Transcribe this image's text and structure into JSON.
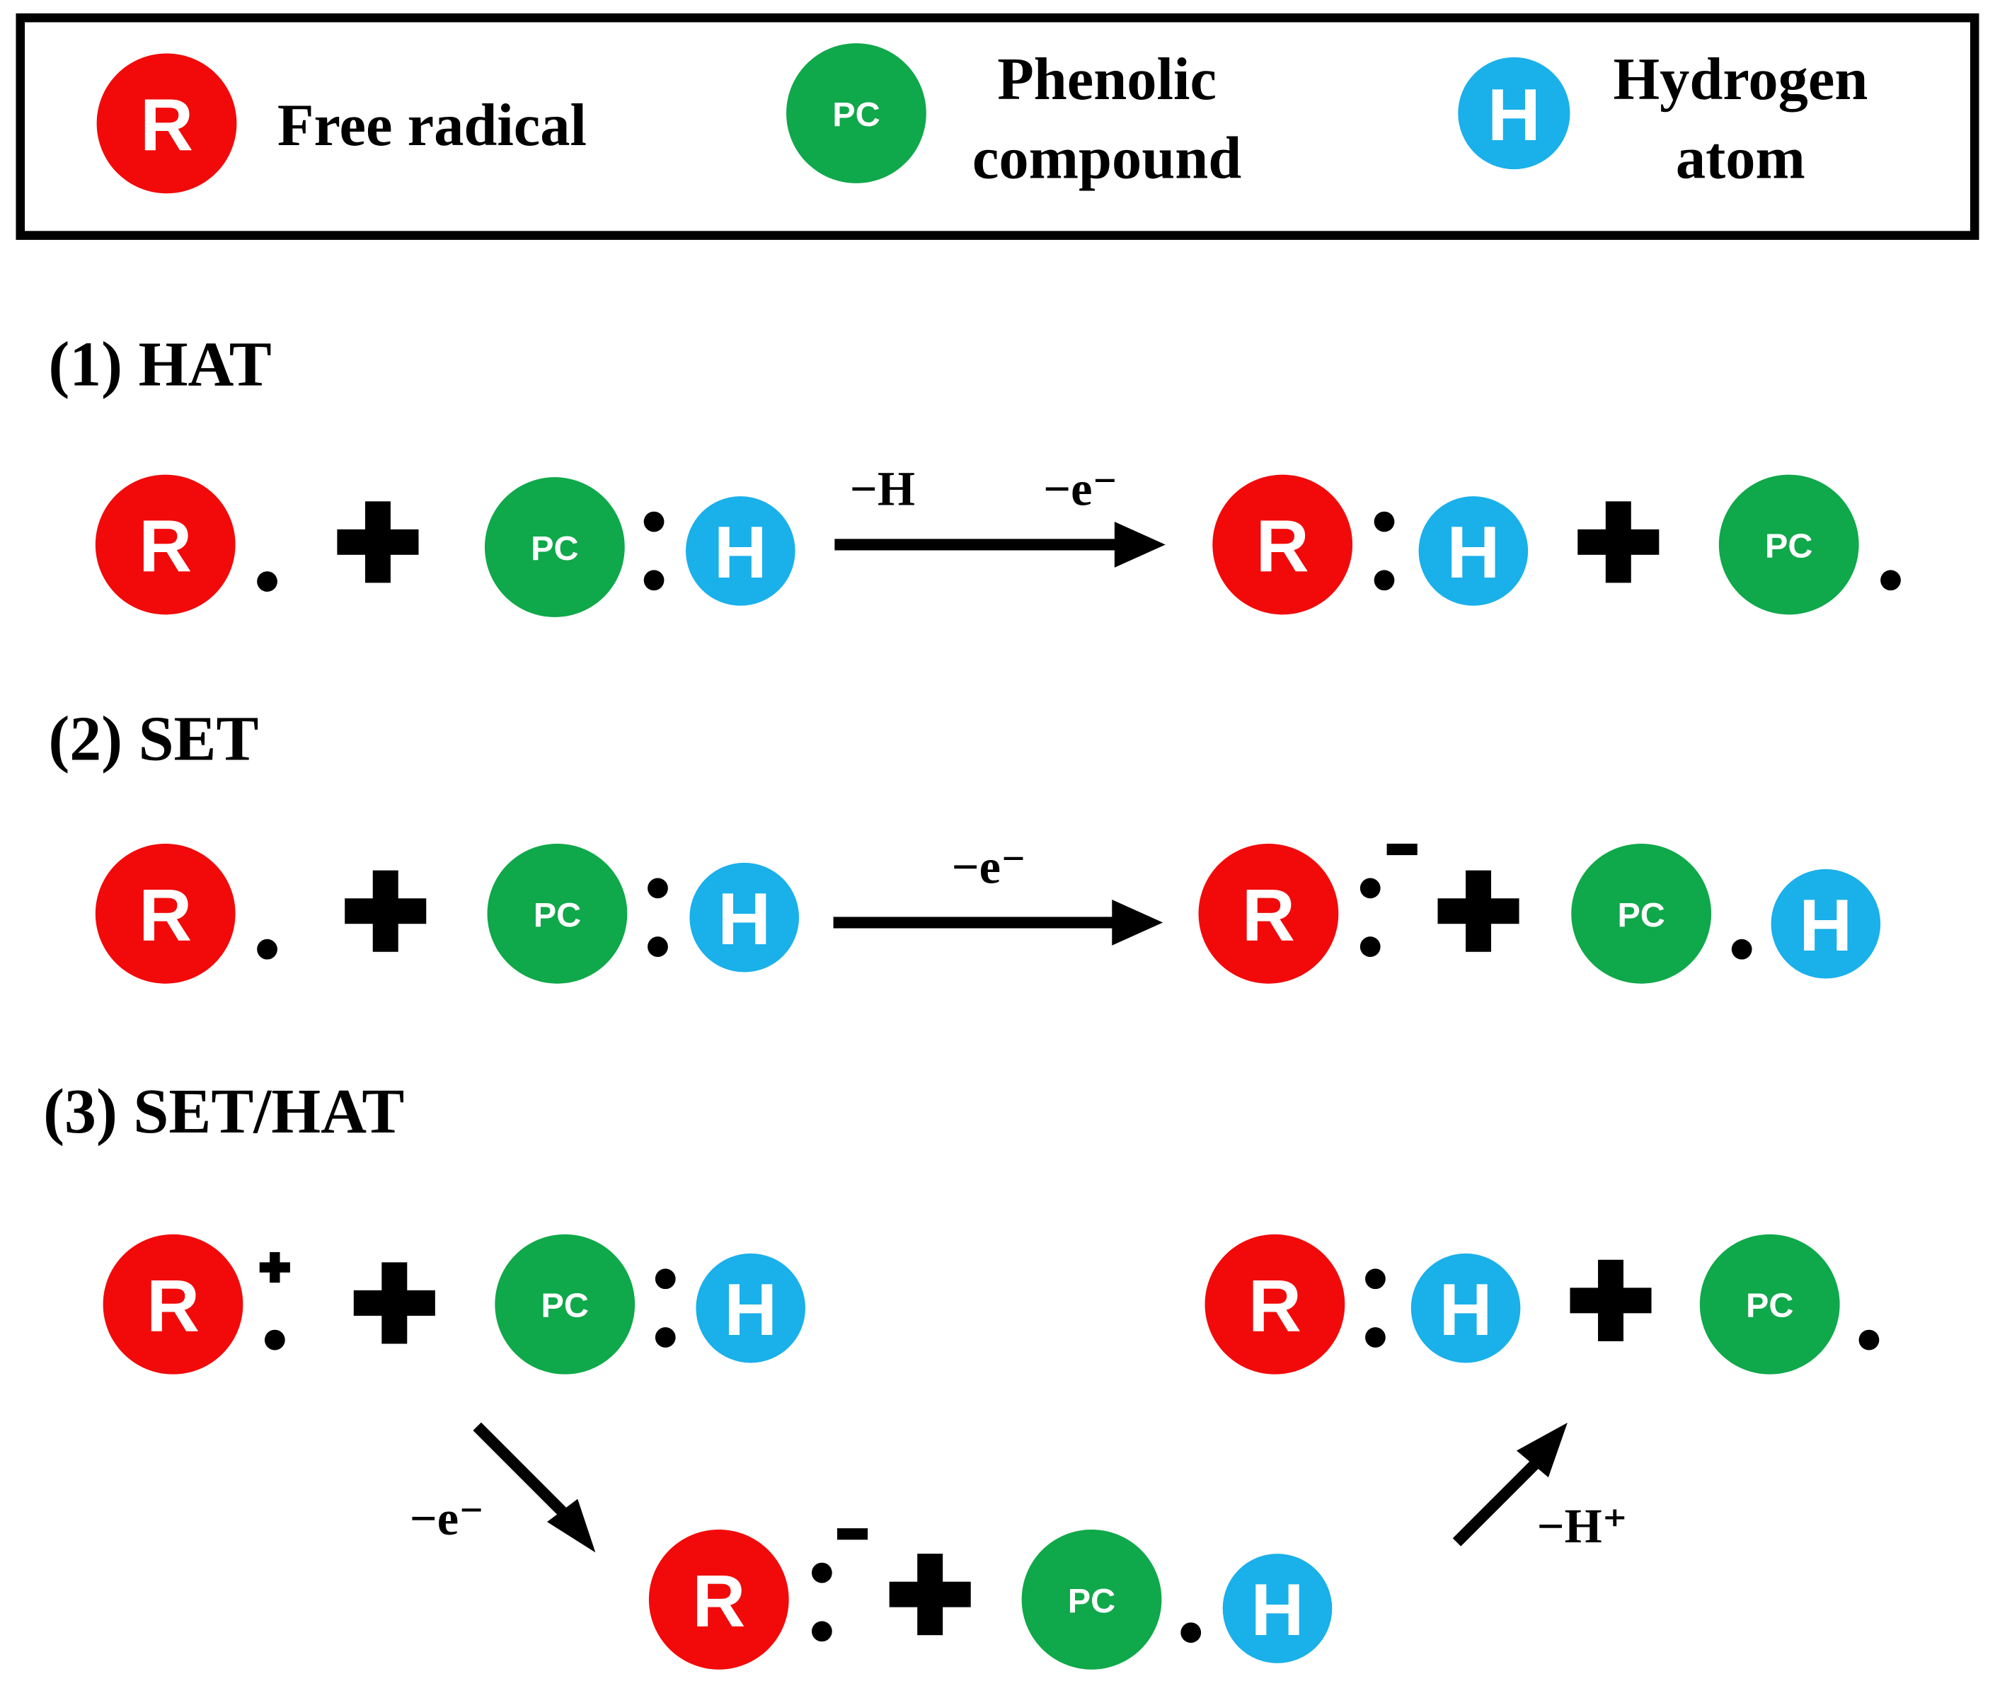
{
  "colors": {
    "radical": "#f20a0a",
    "phenolic": "#0fa84a",
    "hydrogen": "#1ab0ea",
    "ink": "#000000"
  },
  "legend": {
    "radical": {
      "symbol": "R",
      "label": "Free radical"
    },
    "phenolic": {
      "symbol": "PC",
      "label_line1": "Phenolic",
      "label_line2": "compound"
    },
    "hydrogen": {
      "symbol": "H",
      "label_line1": "Hydrogen",
      "label_line2": "atom"
    }
  },
  "symbols": {
    "radical": "R",
    "phenolic": "PC",
    "hydrogen": "H"
  },
  "mechanisms": {
    "hat": {
      "title": "(1) HAT",
      "arrow_label_left": "−H",
      "arrow_label_right": "−e⁻"
    },
    "set": {
      "title": "(2) SET",
      "arrow_label": "−e⁻"
    },
    "set_hat": {
      "title": "(3) SET/HAT",
      "arrow_label_down": "−e⁻",
      "arrow_label_up": "−H⁺"
    }
  }
}
